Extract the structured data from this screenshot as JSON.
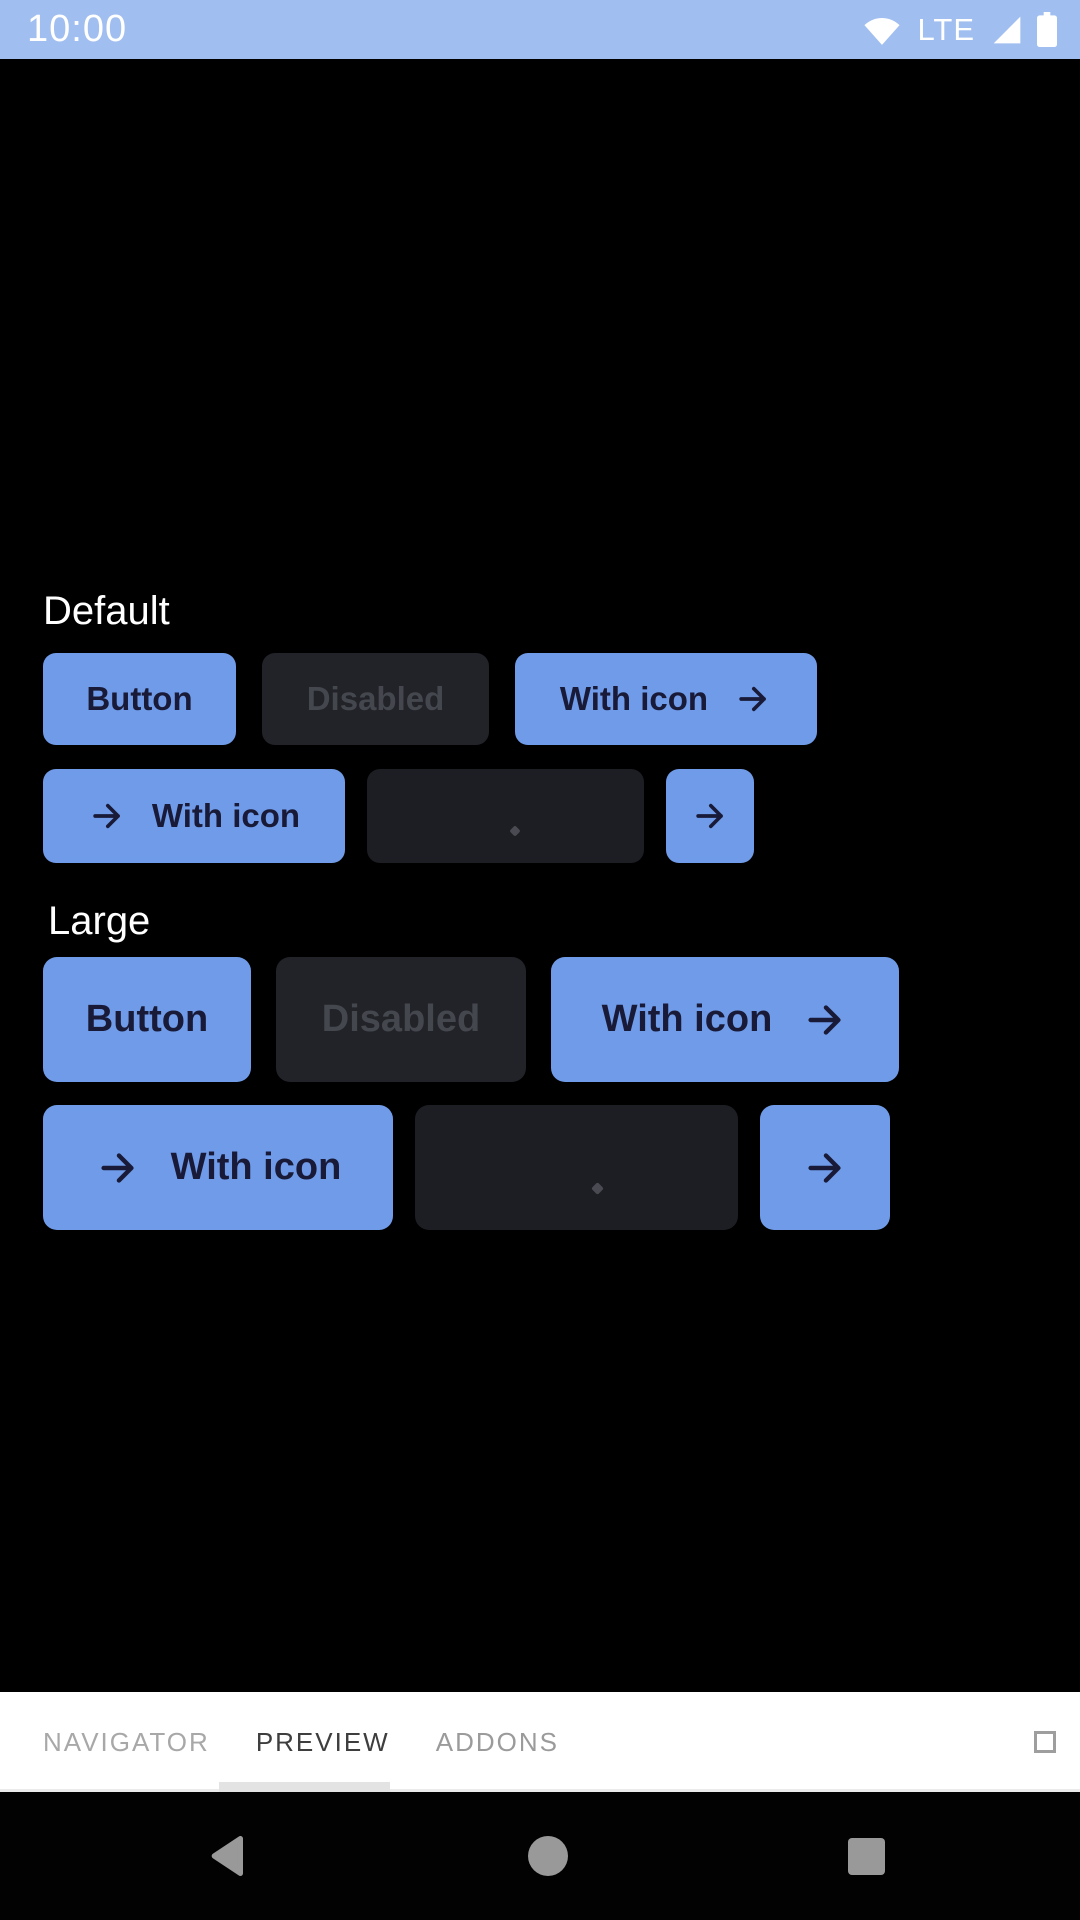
{
  "status_bar": {
    "time": "10:00",
    "network_type": "LTE",
    "icons": [
      "wifi-icon",
      "signal-strength-icon",
      "battery-icon"
    ]
  },
  "content": {
    "sections": [
      {
        "title": "Default",
        "buttons": {
          "primary": "Button",
          "disabled": "Disabled",
          "with_icon_right": "With icon",
          "with_icon_left": "With icon",
          "loading": "",
          "icon_only": ""
        }
      },
      {
        "title": "Large",
        "buttons": {
          "primary": "Button",
          "disabled": "Disabled",
          "with_icon_right": "With icon",
          "with_icon_left": "With icon",
          "loading": "",
          "icon_only": ""
        }
      }
    ],
    "button_icon": "arrow-right-icon"
  },
  "tab_bar": {
    "tabs": [
      {
        "label": "NAVIGATOR",
        "active": false
      },
      {
        "label": "PREVIEW",
        "active": true
      },
      {
        "label": "ADDONS",
        "active": false
      }
    ],
    "fullscreen_icon": "square-outline-icon"
  },
  "nav_bar": {
    "icons": [
      "back-icon",
      "home-icon",
      "recents-icon"
    ]
  },
  "colors": {
    "status_bar_bg": "#A0BEEF",
    "content_bg": "#000000",
    "button_primary_bg": "#6F9BE8",
    "button_primary_text": "#181A38",
    "button_disabled_bg": "#222328",
    "button_disabled_text": "#45474F",
    "button_loading_bg": "#1D1E23",
    "tab_bar_bg": "#FFFFFF",
    "tab_active_text": "#3E3E3E",
    "tab_inactive_text": "#A8A8A8",
    "tab_indicator": "#E3E3E3",
    "nav_bar_bg": "#020203",
    "nav_icon": "#999999"
  }
}
